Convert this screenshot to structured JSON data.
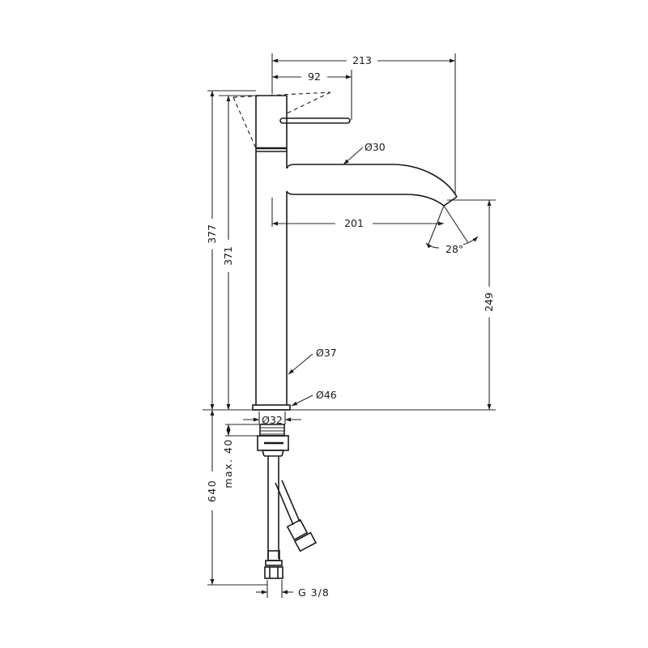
{
  "dimensions": {
    "d213": "213",
    "d92": "92",
    "d30": "Ø30",
    "d201": "201",
    "d28": "28°",
    "d377": "377",
    "d371": "371",
    "d249": "249",
    "d37": "Ø37",
    "d46": "Ø46",
    "d32": "Ø32",
    "d40": "max. 40",
    "d640": "640",
    "g38": "G 3/8"
  }
}
